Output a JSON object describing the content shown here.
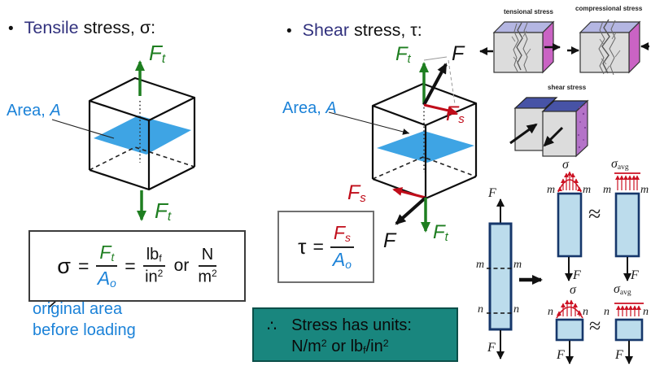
{
  "tensile": {
    "bullet": "•",
    "title_emph": "Tensile",
    "title_rest": " stress, σ:",
    "area_label": {
      "text": "Area, ",
      "var": "A"
    },
    "force": {
      "base": "F",
      "sub": "t"
    },
    "formula": {
      "sigma": "σ",
      "eq1": "=",
      "f_num": {
        "base": "F",
        "sub": "t"
      },
      "f_den": {
        "base": "A",
        "sub": "o"
      },
      "eq2": "=",
      "u1_num": {
        "base": "lb",
        "sub": "f"
      },
      "u1_den": {
        "base": "in",
        "sup": "2"
      },
      "or": "or",
      "u2_num": "N",
      "u2_den": {
        "base": "m",
        "sup": "2"
      }
    },
    "note_line1": "original area",
    "note_line2": "before loading"
  },
  "shear": {
    "bullet": "•",
    "title_emph": "Shear",
    "title_rest": " stress, τ:",
    "area_label": {
      "text": "Area, ",
      "var": "A"
    },
    "ft": {
      "base": "F",
      "sub": "t"
    },
    "f": "F",
    "fs": {
      "base": "F",
      "sub": "s"
    },
    "formula": {
      "tau": "τ",
      "eq": "=",
      "num": {
        "base": "F",
        "sub": "s"
      },
      "den": {
        "base": "A",
        "sub": "o"
      }
    }
  },
  "units_box": {
    "therefore": "∴",
    "line1": "Stress has units:",
    "line2": {
      "p1": "N/m",
      "s1": "2",
      "p2": " or lb",
      "s2": "f",
      "p3": "/in",
      "s3": "2"
    }
  },
  "gallery": {
    "tensional_label": "tensional stress",
    "compressional_label": "compressional stress",
    "shear_label": "shear stress"
  },
  "figure": {
    "F": "F",
    "m": "m",
    "n": "n",
    "sigma": "σ",
    "sigma_avg": {
      "base": "σ",
      "sub": "avg"
    },
    "approx": "≈"
  },
  "colors": {
    "accent_green": "#1e7e20",
    "accent_red": "#c00d1a",
    "accent_blue": "#1b82d8",
    "plane_blue": "#3ea4e4",
    "title_navy": "#32327e",
    "units_box_teal": "#19867e",
    "bar_fill": "#bcdcec",
    "bar_border": "#16376b"
  }
}
